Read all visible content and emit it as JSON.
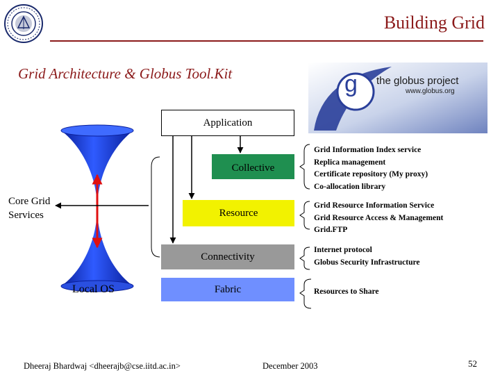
{
  "header": {
    "title": "Building Grid",
    "subtitle": "Grid Architecture & Globus Tool.Kit"
  },
  "logo": {
    "icon": "iit-delhi-seal-icon",
    "banner_name": "the globus project",
    "banner_url": "www.globus.org",
    "banner_letter": "g"
  },
  "layers": {
    "application": "Application",
    "collective": "Collective",
    "resource": "Resource",
    "connectivity": "Connectivity",
    "fabric": "Fabric"
  },
  "colors": {
    "title": "#8b1a1a",
    "collective": "#1f8f50",
    "resource": "#f2f200",
    "connectivity": "#999999",
    "fabric": "#6f8fff",
    "hourglass": "#1a40e8",
    "arrow_red": "#e01010"
  },
  "services": {
    "collective": [
      "Grid Information Index service",
      "Replica management",
      "Certificate repository (My proxy)",
      "Co-allocation library"
    ],
    "resource": [
      "Grid Resource Information Service",
      "Grid Resource Access & Management",
      "Grid.FTP"
    ],
    "connectivity": [
      "Internet protocol",
      "Globus Security Infrastructure"
    ],
    "fabric": [
      "Resources to Share"
    ]
  },
  "hourglass": {
    "core_label_line1": "Core Grid",
    "core_label_line2": "Services",
    "bottom_label": "Local OS"
  },
  "footer": {
    "author": "Dheeraj Bhardwaj <dheerajb@cse.iitd.ac.in>",
    "date": "December 2003",
    "page_number": "52"
  }
}
